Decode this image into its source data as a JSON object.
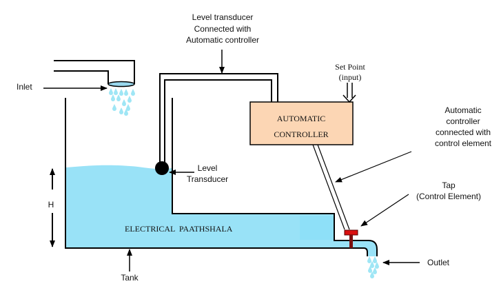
{
  "colors": {
    "water": "#99e2f7",
    "controller_fill": "#fcd6b4",
    "tap_handle": "#d91010",
    "tap_stem": "#7a1010",
    "watermark": "#c02040",
    "line": "#000000"
  },
  "labels": {
    "inlet": "Inlet",
    "level_transducer_top": [
      "Level transducer",
      "Connected with",
      "Automatic controller"
    ],
    "set_point": [
      "Set Point",
      "(input)"
    ],
    "controller": [
      "AUTOMATIC",
      "CONTROLLER"
    ],
    "controller_to_element": [
      "Automatic",
      "controller",
      "connected with",
      "control element"
    ],
    "level_transducer": [
      "Level",
      "Transducer"
    ],
    "tap": [
      "Tap",
      "(Control Element)"
    ],
    "height": "H",
    "outlet": "Outlet",
    "tank": "Tank",
    "watermark": "ELECTRICAL  PAATHSHALA"
  },
  "icons": {
    "inlet_drops": "water-drops-icon",
    "outlet_drops": "water-drops-icon",
    "transducer": "sensor-ball-icon",
    "tap": "valve-icon"
  }
}
